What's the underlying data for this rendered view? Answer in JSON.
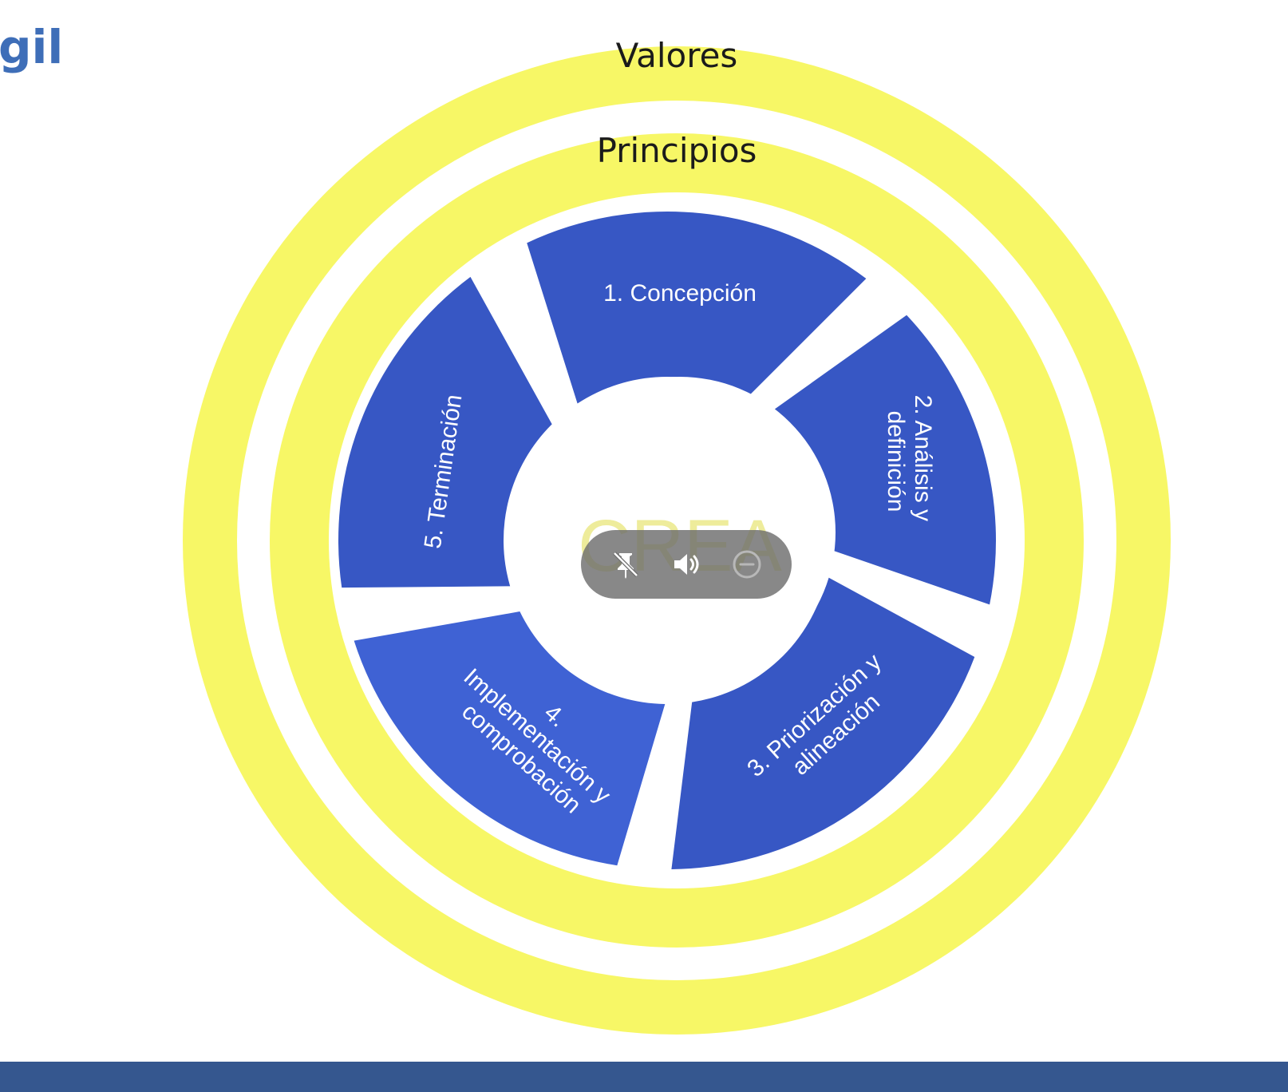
{
  "slide": {
    "title": "gil"
  },
  "diagram": {
    "outer_ring_label": "Valores",
    "inner_ring_label": "Principios",
    "center_watermark": "CREA",
    "segments": [
      {
        "lines": [
          "1. Concepción"
        ]
      },
      {
        "lines": [
          "2. Análisis y",
          "definición"
        ]
      },
      {
        "lines": [
          "3. Priorización y",
          "alineación"
        ]
      },
      {
        "lines": [
          "4.",
          "Implementación y",
          "comprobación"
        ]
      },
      {
        "lines": [
          "5. Terminación"
        ]
      }
    ],
    "colors": {
      "ring": "#f7f766",
      "segment": "#3757c4",
      "segment_highlight": "#3f62d4",
      "bottom_bar": "#35578f",
      "title": "#3e6eb8"
    }
  },
  "media_controls": {
    "icons": [
      "unpin-icon",
      "volume-icon",
      "minus-circle-icon"
    ]
  }
}
